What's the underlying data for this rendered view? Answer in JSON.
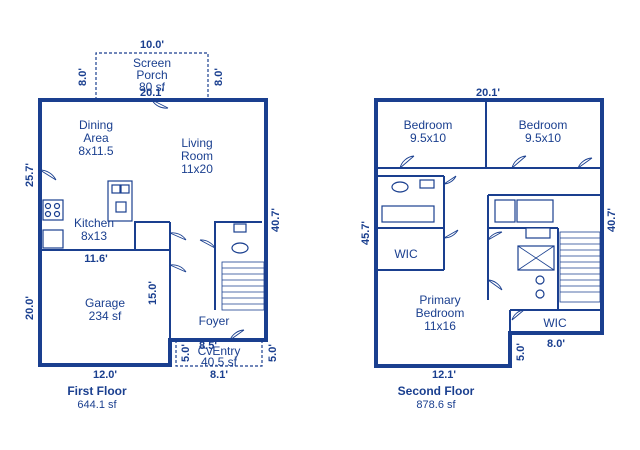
{
  "floors": [
    {
      "title": "First Floor",
      "area": "644.1 sf"
    },
    {
      "title": "Second Floor",
      "area": "878.6 sf"
    }
  ],
  "first_floor": {
    "rooms": {
      "screen_porch": {
        "line1": "Screen",
        "line2": "Porch",
        "size": "80 sf"
      },
      "dining": {
        "line1": "Dining",
        "line2": "Area",
        "size": "8x11.5"
      },
      "living": {
        "line1": "Living",
        "line2": "Room",
        "size": "11x20"
      },
      "kitchen": {
        "name": "Kitchen",
        "size": "8x13"
      },
      "garage": {
        "name": "Garage",
        "size": "234 sf"
      },
      "foyer": {
        "name": "Foyer"
      },
      "cv_entry": {
        "name": "CvEntry",
        "size": "40.5 sf"
      }
    },
    "dimensions": {
      "porch_width": "10.0'",
      "porch_depth_left": "8.0'",
      "porch_depth_right": "8.0'",
      "top_width": "20.1'",
      "left_upper": "25.7'",
      "right_height": "40.7'",
      "kitchen_width": "11.6'",
      "garage_depth_inner": "15.0'",
      "left_lower": "20.0'",
      "garage_width": "12.0'",
      "entry_width_top": "8.5'",
      "entry_width_bottom": "8.1'",
      "entry_depth_left": "5.0'",
      "entry_depth_right": "5.0'"
    }
  },
  "second_floor": {
    "rooms": {
      "bedroom_left": {
        "name": "Bedroom",
        "size": "9.5x10"
      },
      "bedroom_right": {
        "name": "Bedroom",
        "size": "9.5x10"
      },
      "wic_left": {
        "name": "WIC"
      },
      "primary": {
        "line1": "Primary",
        "line2": "Bedroom",
        "size": "11x16"
      },
      "wic_right": {
        "name": "WIC"
      }
    },
    "dimensions": {
      "top_width": "20.1'",
      "left_height": "45.7'",
      "right_height": "40.7'",
      "bottom_width": "12.1'",
      "notch_depth": "5.0'",
      "notch_width": "8.0'"
    }
  }
}
